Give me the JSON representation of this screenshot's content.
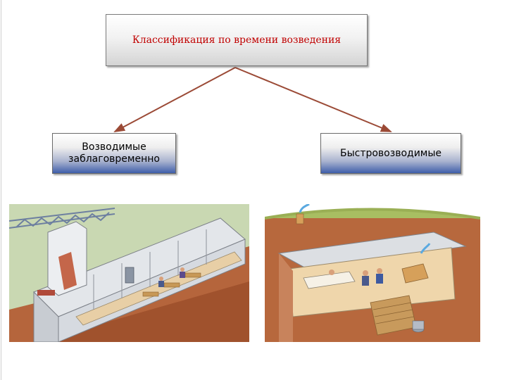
{
  "diagram": {
    "root": {
      "label": "Классификация по времени возведения"
    },
    "children": [
      {
        "label_line1": "Возводимые",
        "label_line2": "заблаговременно"
      },
      {
        "label": "Быстровозводимые"
      }
    ],
    "colors": {
      "root_text": "#c00000",
      "connector": "#9b4a36",
      "box_gradient_bottom": "#3f5faa"
    },
    "illustrations": [
      {
        "subject": "permanent shelter cutaway"
      },
      {
        "subject": "quick-build shelter cutaway"
      }
    ]
  }
}
